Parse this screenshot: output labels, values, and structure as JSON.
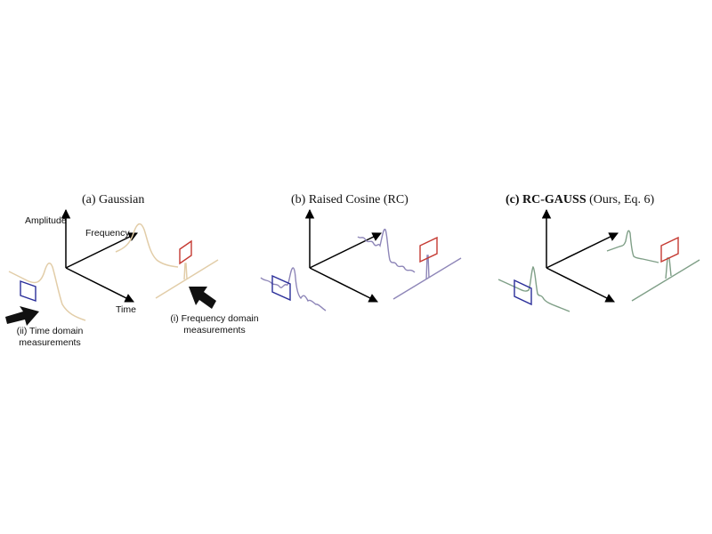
{
  "panels": [
    {
      "label": "(a) Gaussian"
    },
    {
      "label": "(b) Raised Cosine (RC)"
    },
    {
      "label_bold": "(c) RC-GAUSS",
      "label_rest": " (Ours, Eq. 6)"
    }
  ],
  "axes": {
    "amplitude": "Amplitude",
    "frequency": "Frequency",
    "time": "Time"
  },
  "annotations": {
    "time_domain": [
      "(ii) Time domain",
      "measurements"
    ],
    "freq_domain": [
      "(i) Frequency domain",
      "measurements"
    ]
  },
  "colors": {
    "gaussian": "#e2cda8",
    "raised_cosine": "#8e86b8",
    "rc_gauss": "#7f9f87",
    "time_box": "#2b2f9a",
    "freq_box": "#c53a32",
    "axis": "#000000"
  }
}
